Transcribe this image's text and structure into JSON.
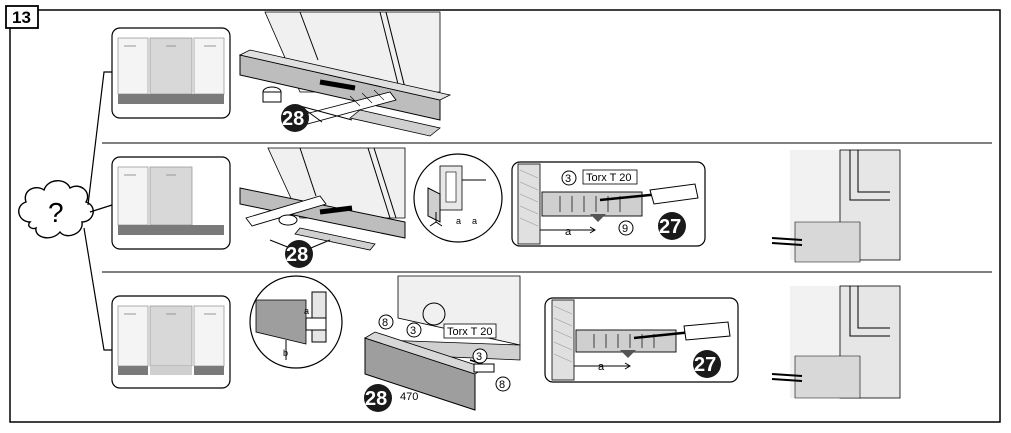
{
  "step_number": "13",
  "decision_symbol": "?",
  "rows": [
    {
      "parts": [
        {
          "badge": "28"
        }
      ]
    },
    {
      "parts": [
        {
          "badge": "28"
        },
        {
          "screw_ref": "3",
          "tool_label": "Torx T 20",
          "dim": "a",
          "part_ref": "9",
          "badge": "27"
        }
      ],
      "detail_labels": [
        "a",
        "a"
      ]
    },
    {
      "parts": [
        {
          "badge": "28",
          "ref_top": "8",
          "ref_screw": "3",
          "tool_label": "Torx T 20",
          "ref_screw_2": "3",
          "ref_part_2": "8",
          "length": "470",
          "dim_b": "b",
          "dim_a": "a"
        },
        {
          "dim": "a",
          "badge": "27"
        }
      ]
    }
  ],
  "colors": {
    "line": "#000000",
    "panel": "#f4f4f4",
    "plinth": "#7a7a7a",
    "badge_fill": "#1a1a1a"
  }
}
